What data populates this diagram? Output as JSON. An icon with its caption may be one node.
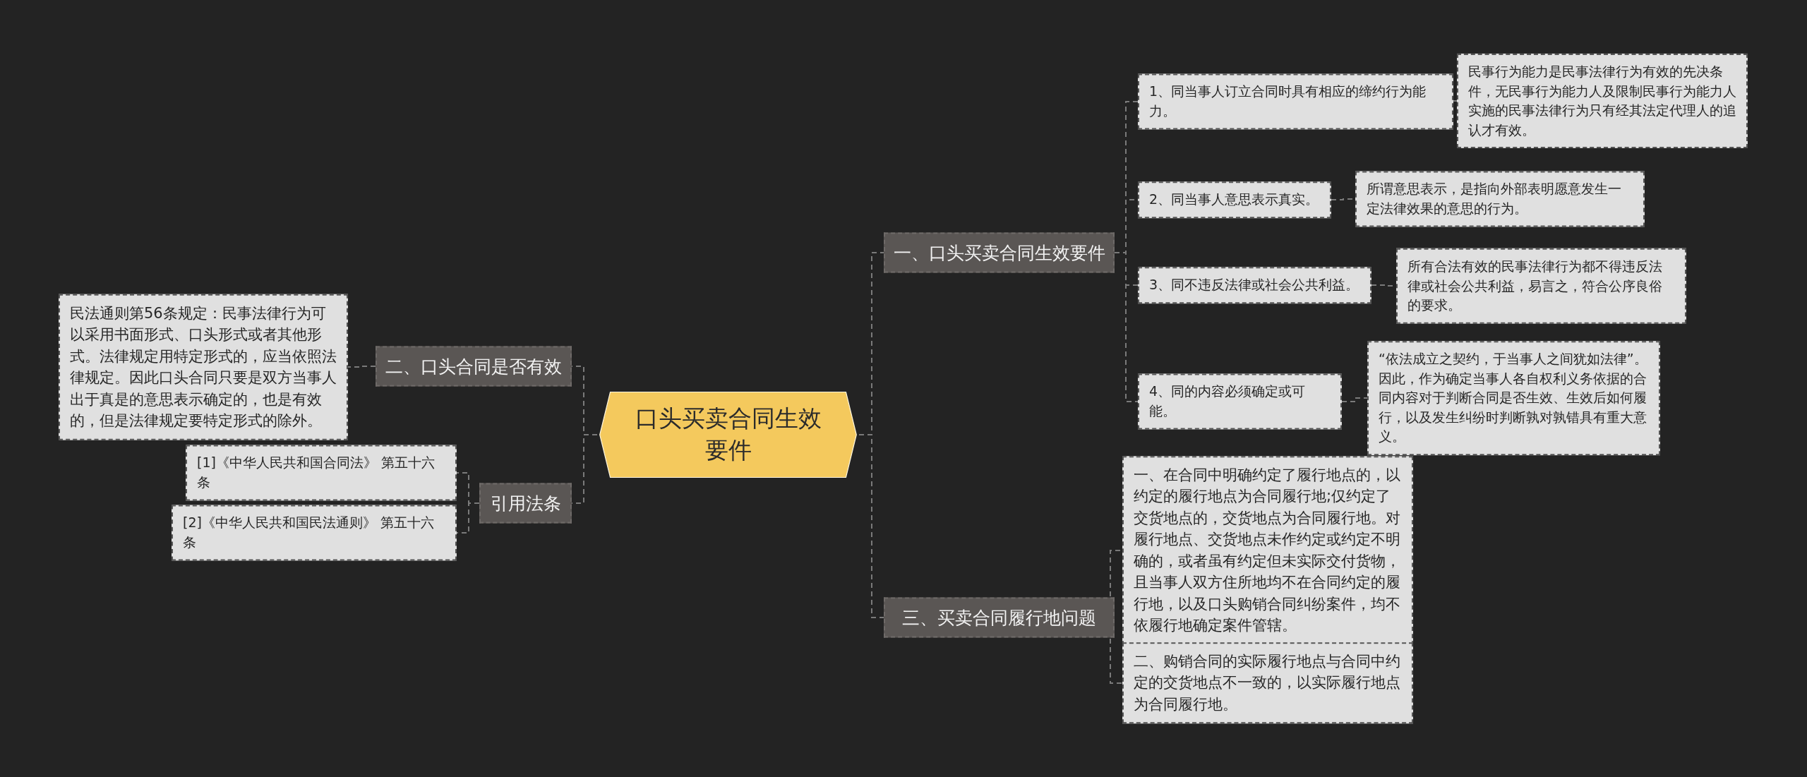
{
  "diagram": {
    "nodes": [
      {
        "text": [
          "口头买卖合同生效要件"
        ]
      },
      {
        "text": [
          "一、口头买卖合同生效要件"
        ]
      },
      {
        "text": [
          "1、同当事人订立合同时具有相应的缔约行为能力。"
        ]
      },
      {
        "text": [
          "民事行为能力是民事法律行为有效的先决条件，无民事行为能力人及限制民事行为能力人实施的民事法律行为只有经其法定代理人的追认才有效。"
        ]
      },
      {
        "text": [
          "2、同当事人意思表示真实。"
        ]
      },
      {
        "text": [
          "所谓意思表示，是指向外部表明愿意发生一定法律效果的意思的行为。"
        ]
      },
      {
        "text": [
          "3、同不违反法律或社会公共利益。"
        ]
      },
      {
        "text": [
          "所有合法有效的民事法律行为都不得违反法律或社会公共利益，易言之，符合公序良俗的要求。"
        ]
      },
      {
        "text": [
          "4、同的内容必须确定或可能。"
        ]
      },
      {
        "text": [
          "“依法成立之契约，于当事人之间犹如法律”。因此，作为确定当事人各自权利义务依据的合同内容对于判断合同是否生效、生效后如何履行，以及发生纠纷时判断孰对孰错具有重大意义。"
        ]
      },
      {
        "text": [
          "二、口头合同是否有效"
        ]
      },
      {
        "text": [
          "民法通则第56条规定：民事法律行为可以采用书面形式、口头形式或者其他形式。法律规定用特定形式的，应当依照法律规定。因此口头合同只要是双方当事人出于真是的意思表示确定的，也是有效的，但是法律规定要特定形式的除外。"
        ]
      },
      {
        "text": [
          "引用法条"
        ]
      },
      {
        "text": [
          "[1]《中华人民共和国合同法》 第五十六条"
        ]
      },
      {
        "text": [
          "[2]《中华人民共和国民法通则》 第五十六条"
        ]
      },
      {
        "text": [
          "三、买卖合同履行地问题"
        ]
      },
      {
        "text": [
          "一、在合同中明确约定了履行地点的，以约定的履行地点为合同履行地;仅约定了交货地点的，交货地点为合同履行地。对履行地点、交货地点未作约定或约定不明确的，或者虽有约定但未实际交付货物，且当事人双方住所地均不在合同约定的履行地，以及口头购销合同纠纷案件，均不依履行地确定案件管辖。"
        ]
      },
      {
        "text": [
          "二、购销合同的实际履行地点与合同中约定的交货地点不一致的，以实际履行地点为合同履行地。"
        ]
      }
    ],
    "edges": [
      {
        "from": 0,
        "to": 1,
        "arrow": "none"
      },
      {
        "from": 1,
        "to": 2,
        "arrow": "none"
      },
      {
        "from": 2,
        "to": 3,
        "arrow": "none"
      },
      {
        "from": 1,
        "to": 4,
        "arrow": "none"
      },
      {
        "from": 4,
        "to": 5,
        "arrow": "none"
      },
      {
        "from": 1,
        "to": 6,
        "arrow": "none"
      },
      {
        "from": 6,
        "to": 7,
        "arrow": "none"
      },
      {
        "from": 1,
        "to": 8,
        "arrow": "none"
      },
      {
        "from": 8,
        "to": 9,
        "arrow": "none"
      },
      {
        "from": 0,
        "to": 10,
        "arrow": "none"
      },
      {
        "from": 10,
        "to": 11,
        "arrow": "none"
      },
      {
        "from": 0,
        "to": 12,
        "arrow": "none"
      },
      {
        "from": 12,
        "to": 13,
        "arrow": "none"
      },
      {
        "from": 12,
        "to": 14,
        "arrow": "none"
      },
      {
        "from": 0,
        "to": 15,
        "arrow": "none"
      },
      {
        "from": 15,
        "to": 16,
        "arrow": "none"
      },
      {
        "from": 15,
        "to": 17,
        "arrow": "none"
      }
    ]
  }
}
